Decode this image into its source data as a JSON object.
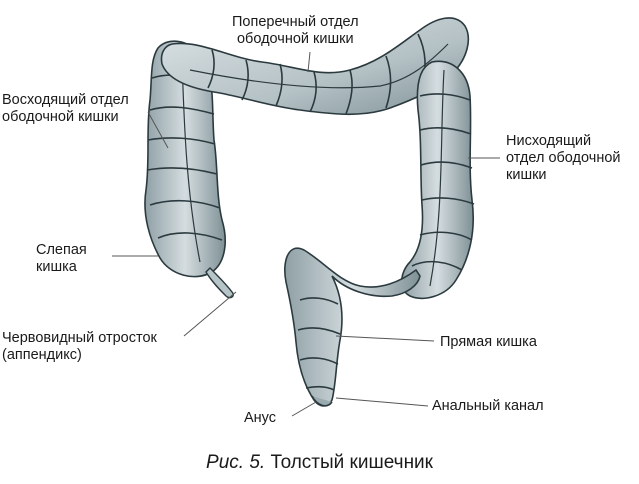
{
  "labels": {
    "transverse": [
      "Поперечный отдел",
      "ободочной кишки"
    ],
    "ascending": [
      "Восходящий отдел",
      "ободочной кишки"
    ],
    "descending": [
      "Нисходящий",
      "отдел ободочной",
      "кишки"
    ],
    "cecum": [
      "Слепая",
      "кишка"
    ],
    "appendix": [
      "Червовидный отросток",
      "(аппендикс)"
    ],
    "rectum": "Прямая кишка",
    "anal_canal": "Анальный канал",
    "anus": "Анус"
  },
  "caption": {
    "prefix": "Рис. 5.",
    "text": "Толстый кишечник"
  },
  "colors": {
    "ink": "#2b3a3f",
    "fill": "#c9d3d6",
    "fill_dark": "#7f9196",
    "leader": "#555555"
  }
}
